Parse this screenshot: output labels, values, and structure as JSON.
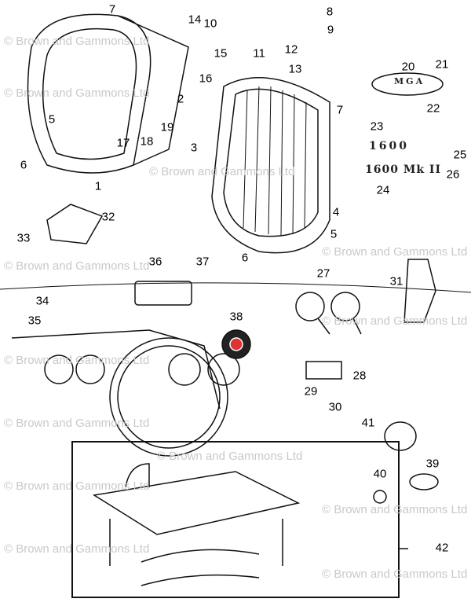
{
  "watermark": "© Brown and Gammons Ltd",
  "badges": {
    "grille_badge": "MGA",
    "script_1600": "1600",
    "script_1600_mk2": "1600 Mk II"
  },
  "labels": [
    {
      "id": "7a",
      "text": "7"
    },
    {
      "id": "14",
      "text": "14"
    },
    {
      "id": "10",
      "text": "10"
    },
    {
      "id": "8",
      "text": "8"
    },
    {
      "id": "9",
      "text": "9"
    },
    {
      "id": "15",
      "text": "15"
    },
    {
      "id": "11",
      "text": "11"
    },
    {
      "id": "12",
      "text": "12"
    },
    {
      "id": "16",
      "text": "16"
    },
    {
      "id": "13",
      "text": "13"
    },
    {
      "id": "20",
      "text": "20"
    },
    {
      "id": "21",
      "text": "21"
    },
    {
      "id": "22",
      "text": "22"
    },
    {
      "id": "2",
      "text": "2"
    },
    {
      "id": "5a",
      "text": "5"
    },
    {
      "id": "19",
      "text": "19"
    },
    {
      "id": "18",
      "text": "18"
    },
    {
      "id": "17",
      "text": "17"
    },
    {
      "id": "6a",
      "text": "6"
    },
    {
      "id": "1",
      "text": "1"
    },
    {
      "id": "7b",
      "text": "7"
    },
    {
      "id": "3",
      "text": "3"
    },
    {
      "id": "23",
      "text": "23"
    },
    {
      "id": "25",
      "text": "25"
    },
    {
      "id": "26",
      "text": "26"
    },
    {
      "id": "24",
      "text": "24"
    },
    {
      "id": "4",
      "text": "4"
    },
    {
      "id": "5b",
      "text": "5"
    },
    {
      "id": "32",
      "text": "32"
    },
    {
      "id": "33",
      "text": "33"
    },
    {
      "id": "6b",
      "text": "6"
    },
    {
      "id": "36",
      "text": "36"
    },
    {
      "id": "37",
      "text": "37"
    },
    {
      "id": "27",
      "text": "27"
    },
    {
      "id": "31",
      "text": "31"
    },
    {
      "id": "34",
      "text": "34"
    },
    {
      "id": "35",
      "text": "35"
    },
    {
      "id": "38",
      "text": "38"
    },
    {
      "id": "28",
      "text": "28"
    },
    {
      "id": "29",
      "text": "29"
    },
    {
      "id": "30",
      "text": "30"
    },
    {
      "id": "41",
      "text": "41"
    },
    {
      "id": "40",
      "text": "40"
    },
    {
      "id": "39",
      "text": "39"
    },
    {
      "id": "42",
      "text": "42"
    }
  ]
}
